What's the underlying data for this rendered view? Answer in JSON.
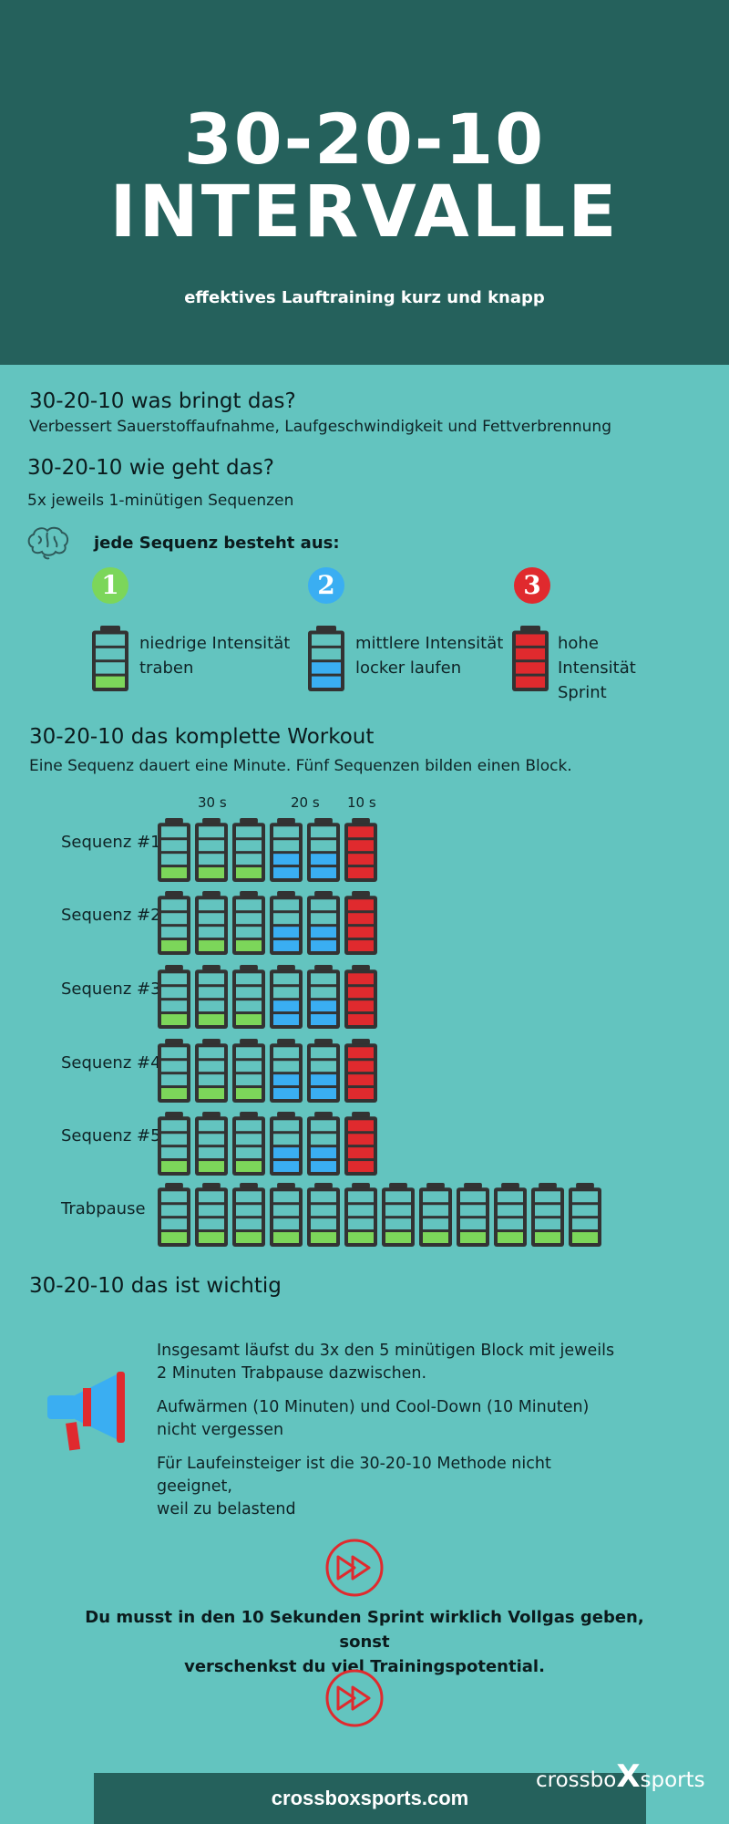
{
  "header": {
    "title_line1": "30-20-10",
    "title_line2": "INTERVALLE",
    "subtitle": "effektives Lauftraining kurz und knapp"
  },
  "section1": {
    "heading": "30-20-10 was bringt das?",
    "text": "Verbessert Sauerstoffaufnahme, Laufgeschwindigkeit und Fettverbrennung"
  },
  "section2": {
    "heading": "30-20-10 wie geht das?",
    "text": "5x jeweils 1-minütigen Sequenzen",
    "brain_icon": "brain-icon",
    "sequence_heading": "jede Sequenz besteht aus:",
    "levels": [
      {
        "number": "1",
        "line1": "niedrige Intensität",
        "line2": "traben",
        "line3": "",
        "color": "#7cd65a",
        "filled": 1
      },
      {
        "number": "2",
        "line1": "mittlere Intensität",
        "line2": "locker laufen",
        "line3": "",
        "color": "#3aaef2",
        "filled": 2
      },
      {
        "number": "3",
        "line1": "hohe",
        "line2": "Intensität",
        "line3": "Sprint",
        "color": "#e02a2e",
        "filled": 4
      }
    ]
  },
  "section3": {
    "heading": "30-20-10 das komplette Workout",
    "text": "Eine Sequenz dauert eine Minute. Fünf Sequenzen bilden einen Block.",
    "col_labels": [
      "30 s",
      "20 s",
      "10 s"
    ],
    "rows": [
      {
        "label": "Sequenz #1",
        "levels": [
          1,
          1,
          1,
          2,
          2,
          4
        ]
      },
      {
        "label": "Sequenz #2",
        "levels": [
          1,
          1,
          1,
          2,
          2,
          4
        ]
      },
      {
        "label": "Sequenz #3",
        "levels": [
          1,
          1,
          1,
          2,
          2,
          4
        ]
      },
      {
        "label": "Sequenz #4",
        "levels": [
          1,
          1,
          1,
          2,
          2,
          4
        ]
      },
      {
        "label": "Sequenz #5",
        "levels": [
          1,
          1,
          1,
          2,
          2,
          4
        ]
      },
      {
        "label": "Trabpause",
        "levels": [
          1,
          1,
          1,
          1,
          1,
          1,
          1,
          1,
          1,
          1,
          1,
          1
        ]
      }
    ]
  },
  "section4": {
    "heading": "30-20-10 das ist wichtig",
    "icon": "megaphone-icon",
    "notes": [
      {
        "line1": "Insgesamt läufst du 3x den 5 minütigen Block mit jeweils",
        "line2": "2 Minuten Trabpause dazwischen."
      },
      {
        "line1": "Aufwärmen (10 Minuten) und Cool-Down (10 Minuten)",
        "line2": "nicht vergessen"
      },
      {
        "line1": "Für Laufeinsteiger ist die 30-20-10 Methode nicht geeignet,",
        "line2": "weil zu belastend"
      }
    ]
  },
  "callout": {
    "icon": "fast-forward-icon",
    "line1": "Du musst in den 10 Sekunden Sprint wirklich Vollgas geben, sonst",
    "line2": "verschenkst du viel Trainingspotential."
  },
  "footer": {
    "logo_part1": "crossbo",
    "logo_x": "X",
    "logo_part2": "sports",
    "url": "crossboxsports.com"
  },
  "colors": {
    "header_bg": "#25615c",
    "page_bg": "#63c4bf",
    "battery_frame": "#333333",
    "battery_empty": "#63c4bf",
    "level_low": "#7cd65a",
    "level_mid": "#3aaef2",
    "level_high": "#e02a2e"
  }
}
